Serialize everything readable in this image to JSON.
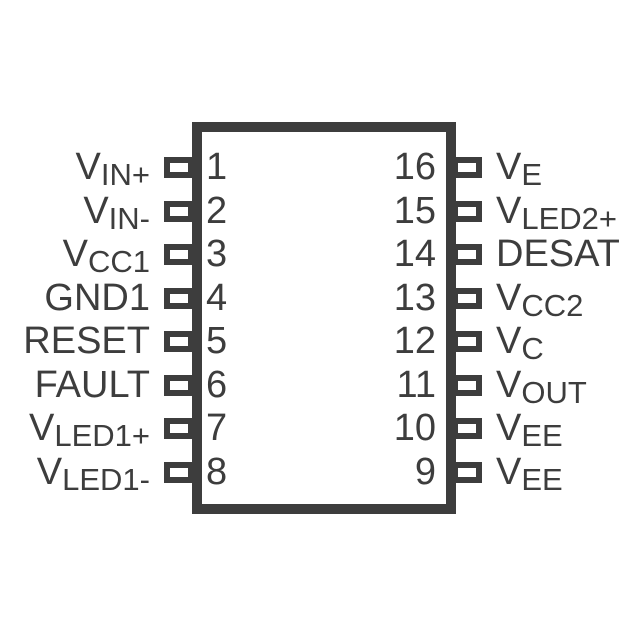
{
  "diagram": {
    "type": "ic-pinout",
    "pin_count": 16,
    "colors": {
      "ink": "#3d3d3d",
      "background": "#ffffff"
    },
    "left_pins": [
      {
        "number": "1",
        "main": "V",
        "sub": "IN+"
      },
      {
        "number": "2",
        "main": "V",
        "sub": "IN-"
      },
      {
        "number": "3",
        "main": "V",
        "sub": "CC1"
      },
      {
        "number": "4",
        "main": "GND1",
        "sub": ""
      },
      {
        "number": "5",
        "main": "RESET",
        "sub": ""
      },
      {
        "number": "6",
        "main": "FAULT",
        "sub": ""
      },
      {
        "number": "7",
        "main": "V",
        "sub": "LED1+"
      },
      {
        "number": "8",
        "main": "V",
        "sub": "LED1-"
      }
    ],
    "right_pins": [
      {
        "number": "16",
        "main": "V",
        "sub": "E"
      },
      {
        "number": "15",
        "main": "V",
        "sub": "LED2+"
      },
      {
        "number": "14",
        "main": "DESAT",
        "sub": ""
      },
      {
        "number": "13",
        "main": "V",
        "sub": "CC2"
      },
      {
        "number": "12",
        "main": "V",
        "sub": "C"
      },
      {
        "number": "11",
        "main": "V",
        "sub": "OUT"
      },
      {
        "number": "10",
        "main": "V",
        "sub": "EE"
      },
      {
        "number": "9",
        "main": "V",
        "sub": "EE"
      }
    ]
  }
}
